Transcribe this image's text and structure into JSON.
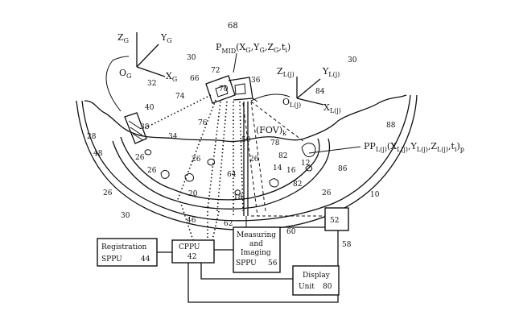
{
  "figure": {
    "number": "68",
    "global_frame": {
      "z": "Z",
      "z_sub": "G",
      "y": "Y",
      "y_sub": "G",
      "x": "X",
      "x_sub": "G",
      "o": "O",
      "o_sub": "G"
    },
    "local_frame": {
      "z": "Z",
      "z_sub": "L(j)",
      "y": "Y",
      "y_sub": "L(j)",
      "x": "X",
      "x_sub": "L(j)",
      "o": "O",
      "o_sub": "L(j)"
    },
    "p_mid": {
      "p": "P",
      "sub": "MID",
      "rest": "(X",
      "g1": "G",
      "y": ",Y",
      "g2": "G",
      "z": ",Z",
      "g3": "G",
      "t": ",t",
      "i": "i",
      "close": ")"
    },
    "pp_point": {
      "pp": "PP",
      "sub": "L(j)",
      "open": "(X",
      "s1": "L(j)",
      "y": ",Y",
      "s2": "L(j)",
      "z": ",Z",
      "s3": "L(j)",
      "t": ",t",
      "i": "i",
      "close": ")",
      "p": "p"
    },
    "fov": {
      "text": "(FOV)",
      "sub": "k"
    },
    "refs": [
      "30",
      "32",
      "30",
      "84",
      "66",
      "72",
      "70",
      "36",
      "74",
      "40",
      "38",
      "34",
      "28",
      "48",
      "76",
      "50",
      "78",
      "88",
      "82",
      "82",
      "14",
      "16",
      "12",
      "86",
      "26",
      "26",
      "26",
      "26",
      "64",
      "26",
      "20",
      "18",
      "26",
      "10",
      "30",
      "62",
      "52",
      "46",
      "60",
      "58"
    ],
    "blocks": {
      "registration": {
        "line1": "Registration",
        "line2": "SPPU",
        "ref": "44"
      },
      "cppu": {
        "line1": "CPPU",
        "ref": "42"
      },
      "measuring": {
        "line1": "Measuring",
        "line2": "and",
        "line3": "Imaging",
        "line4": "SPPU",
        "ref": "56"
      },
      "display": {
        "line1": "Display",
        "line2": "Unit",
        "ref": "80"
      },
      "box52": {
        "ref": "52"
      }
    }
  }
}
